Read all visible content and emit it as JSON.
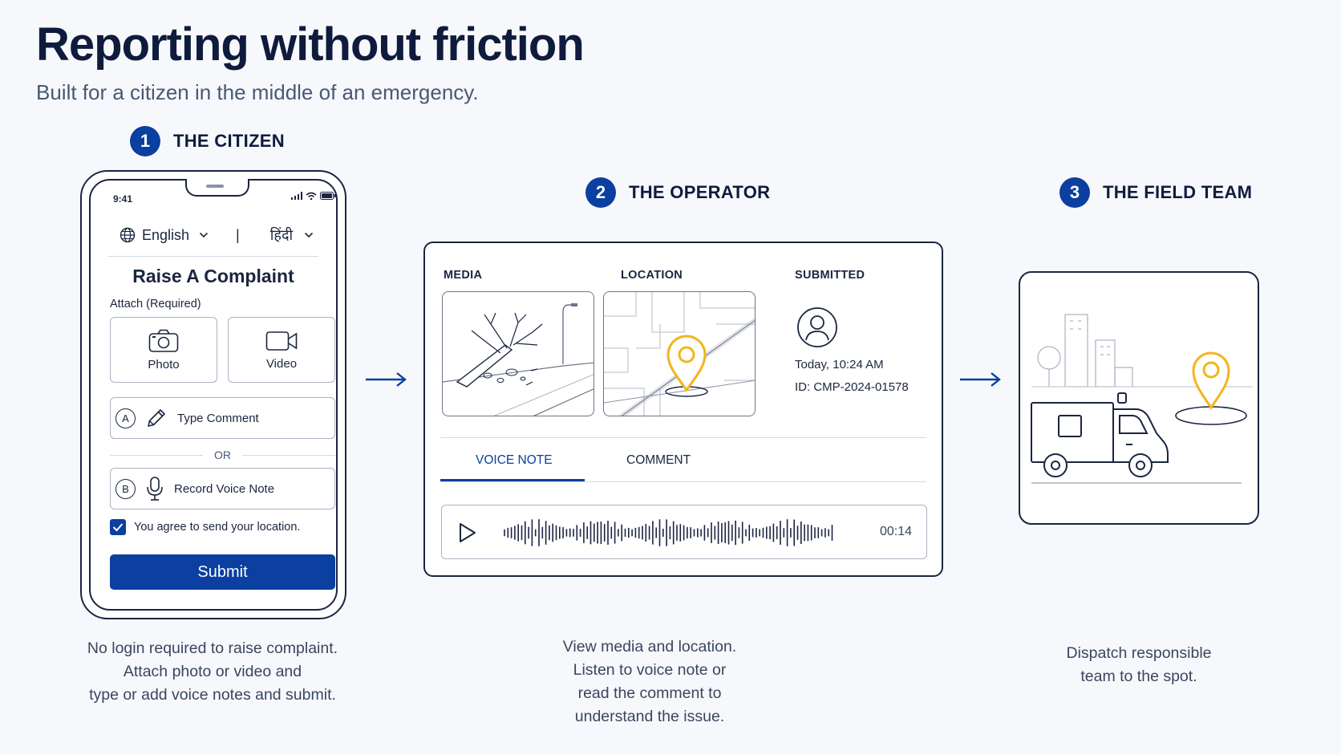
{
  "header": {
    "title": "Reporting without friction",
    "subtitle": "Built for a citizen in the middle of an emergency."
  },
  "steps": [
    {
      "number": "1",
      "label": "THE CITIZEN"
    },
    {
      "number": "2",
      "label": "THE OPERATOR"
    },
    {
      "number": "3",
      "label": "THE FIELD TEAM"
    }
  ],
  "phone": {
    "status_time": "9:41",
    "lang_primary": "English",
    "lang_separator": "|",
    "lang_secondary": "हिंदी",
    "form_title": "Raise A Complaint",
    "attach_label": "Attach (Required)",
    "photo_label": "Photo",
    "video_label": "Video",
    "option_a_letter": "A",
    "option_a_label": "Type Comment",
    "or_label": "OR",
    "option_b_letter": "B",
    "option_b_label": "Record Voice Note",
    "agree_label": "You agree to send your location.",
    "agree_checked": true,
    "submit_label": "Submit"
  },
  "operator": {
    "media_label": "MEDIA",
    "location_label": "LOCATION",
    "submitted_label": "SUBMITTED",
    "submitted_time": "Today, 10:24 AM",
    "submitted_id": "ID: CMP-2024-01578",
    "tabs": [
      {
        "label": "VOICE NOTE",
        "active": true
      },
      {
        "label": "COMMENT",
        "active": false
      }
    ],
    "duration": "00:14"
  },
  "descriptions": {
    "citizen": [
      "No login required to raise complaint.",
      "Attach photo or video and",
      "type or add voice notes and submit."
    ],
    "operator": [
      "View media and location.",
      "Listen to voice note or",
      "read the comment to",
      "understand the issue."
    ],
    "field": [
      "Dispatch responsible",
      "team to the spot."
    ]
  },
  "colors": {
    "accent": "#0b3fa0",
    "pin": "#f2b51c",
    "ink": "#1b2540"
  },
  "icons": [
    "globe-icon",
    "chevron-down-icon",
    "camera-icon",
    "video-camera-icon",
    "pencil-icon",
    "microphone-icon",
    "check-icon",
    "arrow-right-icon",
    "user-icon",
    "play-icon",
    "map-pin-icon",
    "truck-icon"
  ]
}
